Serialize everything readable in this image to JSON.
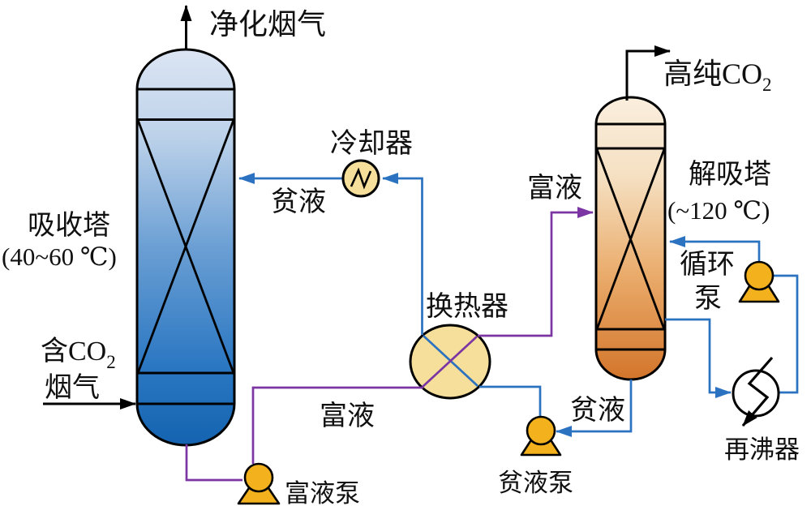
{
  "title": "CO2 chemical absorption process flow diagram",
  "colors": {
    "line_blue": "#2B72C0",
    "line_purple": "#7B36A3",
    "line_black": "#000000",
    "pump_gold": "#F3B11D",
    "vessel_cream": "#F6DE9B",
    "reboiler_fill": "#FFFFFF",
    "absorber_top": "#DCE5F3",
    "absorber_bottom": "#1463B0",
    "desorber_top": "#FAEEDE",
    "desorber_bottom": "#D3742A"
  },
  "absorber": {
    "label": "吸收塔",
    "temp": "(40~60 ℃)"
  },
  "desorber": {
    "label": "解吸塔",
    "temp": "(~120 ℃)"
  },
  "equipment": {
    "cooler": "冷却器",
    "heat_exchanger": "换热器",
    "rich_pump": "富液泵",
    "lean_pump": "贫液泵",
    "circ_pump_line1": "循环",
    "circ_pump_line2": "泵",
    "reboiler": "再沸器"
  },
  "streams": {
    "purified_flue_gas": "净化烟气",
    "pure_co2_base": "高纯CO",
    "pure_co2_sub": "2",
    "feed_gas_base": "含CO",
    "feed_gas_sub": "2",
    "feed_gas_line2": "烟气",
    "lean_to_absorber": "贫液",
    "lean_from_desorber": "贫液",
    "rich_from_absorber": "富液",
    "rich_to_desorber": "富液"
  }
}
